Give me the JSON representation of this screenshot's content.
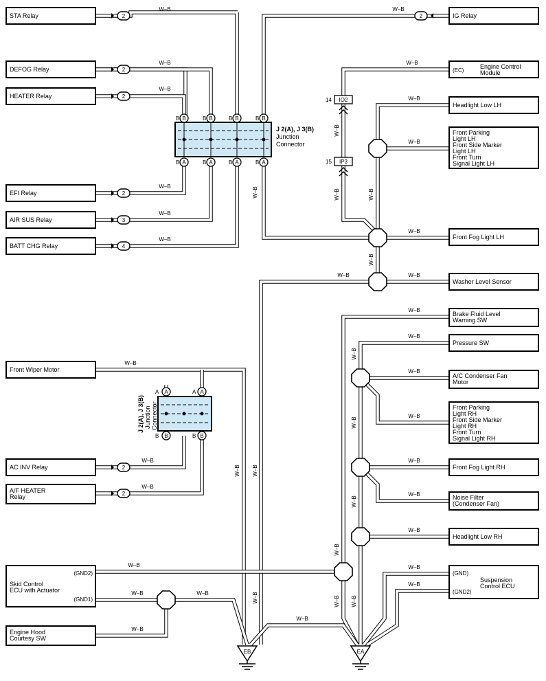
{
  "wire_color": "#8c8c8c",
  "junction_fill": "#cfe8f6",
  "wire_label": "W–B",
  "junction1": {
    "title": "J 2(A), J 3(B)",
    "subtitle1": "Junction",
    "subtitle2": "Connector"
  },
  "junction2": {
    "title": "J 2(A), J 3(B)",
    "subtitle1": "Junction",
    "subtitle2": "Connector"
  },
  "pins": {
    "A": "A",
    "B": "B"
  },
  "grounds": {
    "left": "EB",
    "right": "EA"
  },
  "components": {
    "sta_relay": "STA Relay",
    "defog_relay": "DEFOG Relay",
    "heater_relay": "HEATER Relay",
    "efi_relay": "EFI Relay",
    "air_sus_relay": "AIR SUS Relay",
    "batt_chg_relay": "BATT CHG Relay",
    "ig_relay": "IG Relay",
    "ecm": "Engine Control\nModule",
    "ecm_port": "(EC)",
    "headlight_low_lh": "Headlight Low LH",
    "front_parking_lh": "Front Parking\nLight LH\nFront Side Marker\nLight LH\nFront Turn\nSignal Light LH",
    "front_fog_lh": "Front Fog Light LH",
    "washer_level": "Washer Level Sensor",
    "brake_fluid": "Brake Fluid Level\nWarning SW",
    "pressure_sw": "Pressure SW",
    "ac_condenser": "A/C Condenser Fan\nMotor",
    "front_parking_rh": "Front Parking\nLight RH\nFront Side Marker\nLight RH\nFront Turn\nSignal Light RH",
    "front_fog_rh": "Front Fog Light RH",
    "noise_filter": "Noise Filter\n(Condenser Fan)",
    "headlight_low_rh": "Headlight Low RH",
    "suspension_ecu": "Suspension\nControl ECU",
    "susp_gnd": "(GND)",
    "susp_gnd2": "(GND2)",
    "front_wiper": "Front Wiper Motor",
    "ac_inv_relay": "AC INV Relay",
    "af_heater_relay": "A/F HEATER\nRelay",
    "skid_ecu": "Skid Control\nECU with Actuator",
    "skid_gnd2": "(GND2)",
    "skid_gnd1": "(GND1)",
    "engine_hood": "Engine Hood\nCourtesy SW"
  },
  "connectors": {
    "sta": "2",
    "defog": "2",
    "heater": "2",
    "efi": "2",
    "air_sus": "3",
    "batt_chg": "4",
    "ig": "2",
    "ac_inv": "2",
    "af_heater": "2",
    "io2_num": "14",
    "io2": "IO2",
    "ip3_num": "15",
    "ip3": "IP3"
  }
}
